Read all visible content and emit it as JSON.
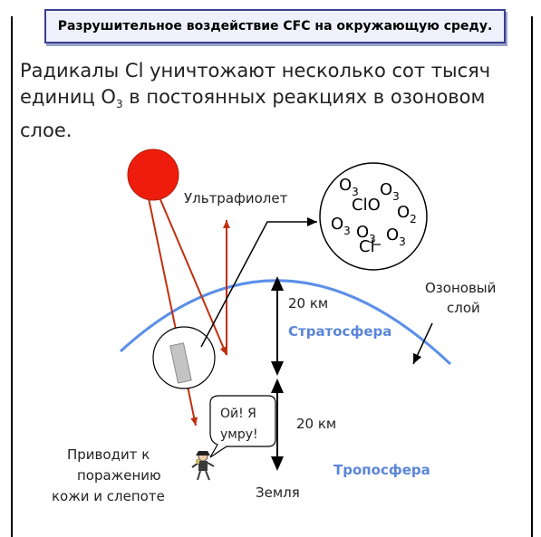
{
  "title": "Разрушительное воздействие CFC на окружающую среду.",
  "subtitle": {
    "line1": "Радикалы Cl уничтожают несколько сот тысяч",
    "line2_prefix": "единиц O",
    "line2_sub": "3",
    "line2_suffix": " в постоянных реакциях в озоновом слое."
  },
  "labels": {
    "uv": "Ультрафиолет",
    "ozone_line1": "Озоновый",
    "ozone_line2": "слой",
    "stratosphere": "Стратосфера",
    "troposphere": "Тропосфера",
    "km_upper": "20 км",
    "km_lower": "20 км",
    "earth": "Земля",
    "skin_line1": "Приводит к",
    "skin_line2": "поражению",
    "skin_line3": "кожи и слепоте",
    "speech_line1": "Ой! Я",
    "speech_line2": "умру!"
  },
  "molecules": {
    "o": "O",
    "sub3": "3",
    "sub2": "2",
    "clo": "ClO",
    "cl": "Cl"
  },
  "colors": {
    "sun": "#ee1c0c",
    "ray": "#c03010",
    "atmosphere_arc": "#5b8fe8",
    "layer_label": "#5b86d8",
    "title_border": "#3b3f8f"
  }
}
